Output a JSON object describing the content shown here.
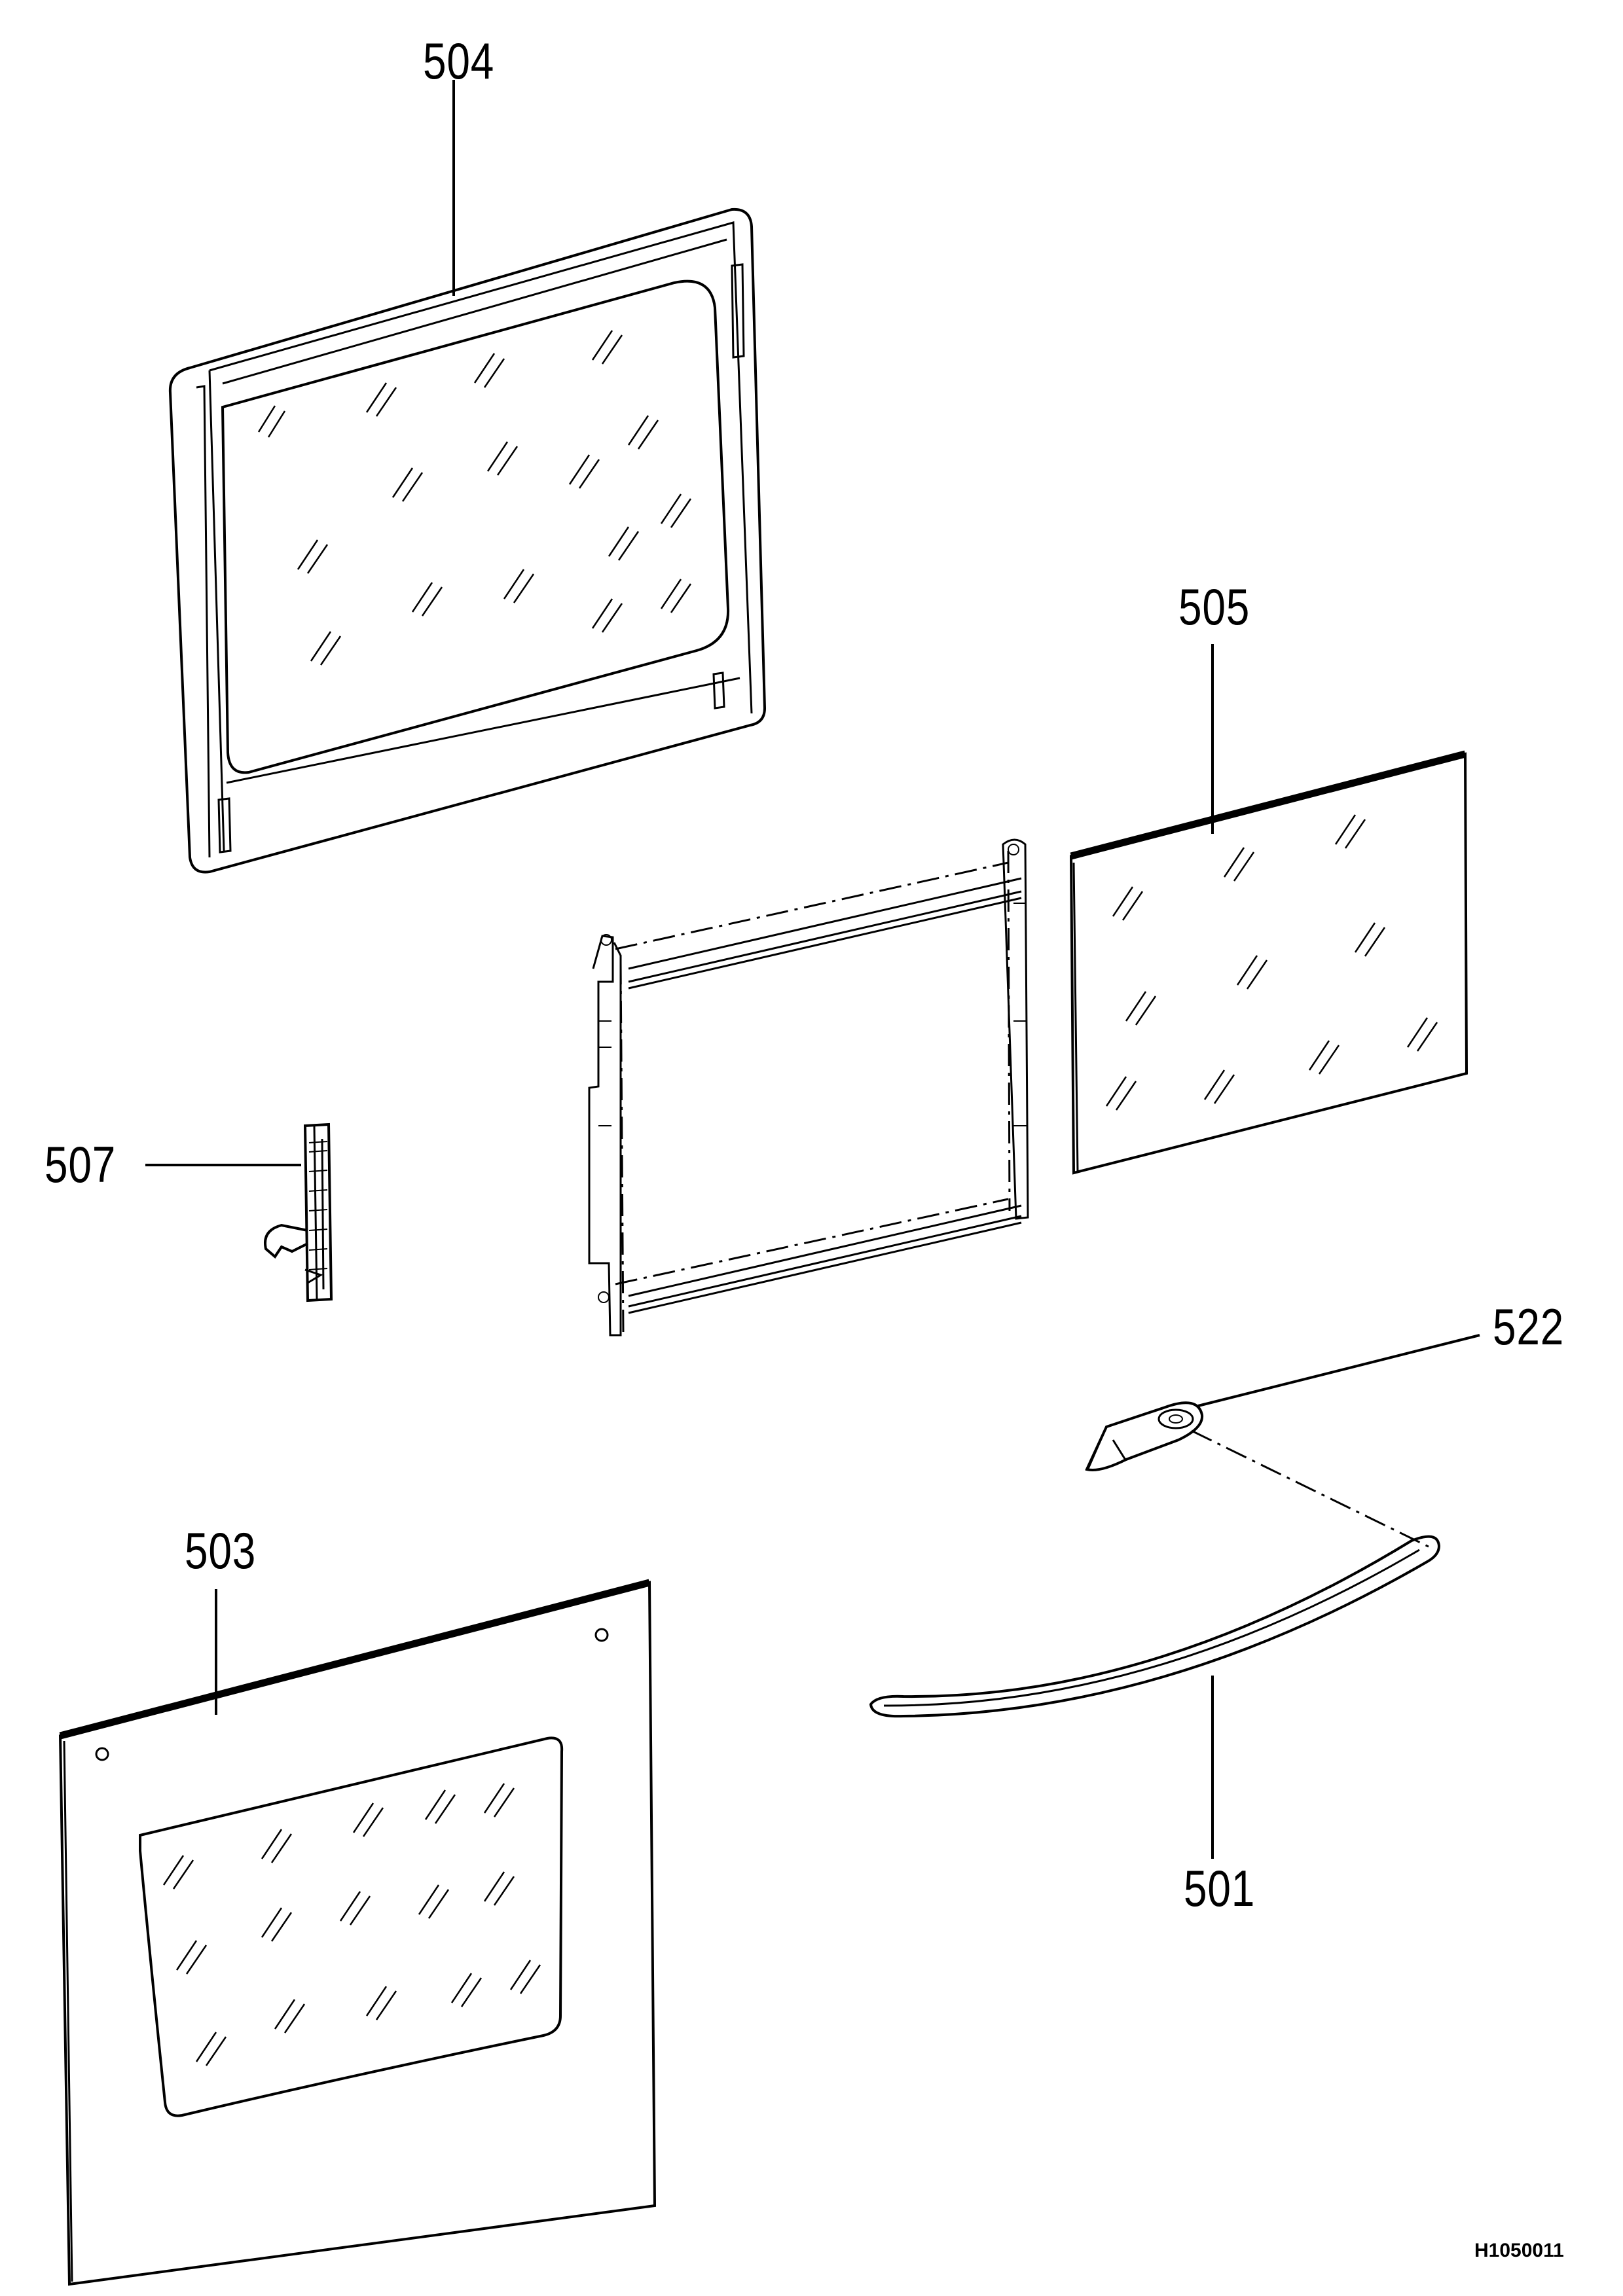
{
  "parts": [
    {
      "id": "part-504",
      "label": "504"
    },
    {
      "id": "part-505",
      "label": "505"
    },
    {
      "id": "part-507",
      "label": "507"
    },
    {
      "id": "part-522",
      "label": "522"
    },
    {
      "id": "part-503",
      "label": "503"
    },
    {
      "id": "part-501",
      "label": "501"
    }
  ],
  "drawing_reference": "H1050011"
}
